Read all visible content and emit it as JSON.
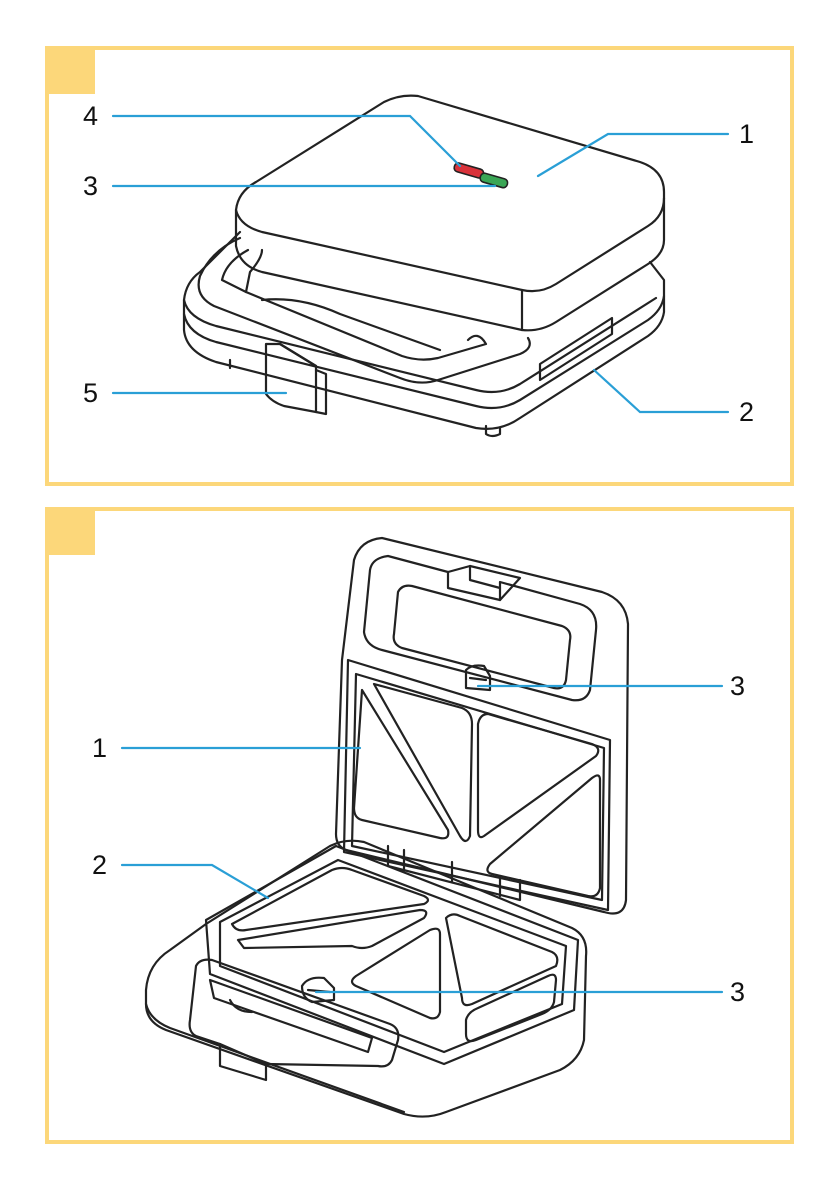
{
  "figures": [
    {
      "callouts": [
        {
          "label": "4",
          "part": "indicator-light-red"
        },
        {
          "label": "3",
          "part": "indicator-light-green"
        },
        {
          "label": "1",
          "part": "top-lid"
        },
        {
          "label": "5",
          "part": "lock-clip"
        },
        {
          "label": "2",
          "part": "base-housing"
        }
      ]
    },
    {
      "callouts": [
        {
          "label": "3",
          "part": "upper-latch"
        },
        {
          "label": "1",
          "part": "upper-plate"
        },
        {
          "label": "2",
          "part": "lower-plate"
        },
        {
          "label": "3",
          "part": "lower-latch"
        }
      ]
    }
  ],
  "colors": {
    "panel_border": "#fcd77a",
    "leader_line": "#2a9fd6",
    "indicator_red": "#d9323a",
    "indicator_green": "#3aa655"
  }
}
